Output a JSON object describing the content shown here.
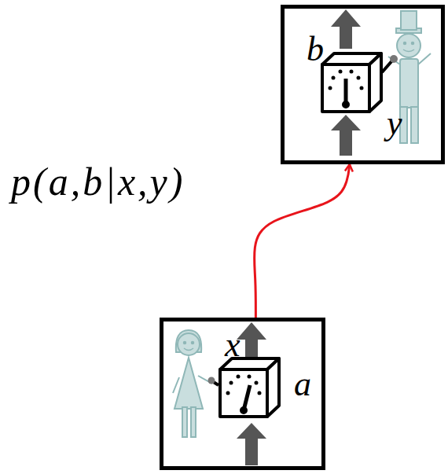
{
  "diagram": {
    "nodes": [
      {
        "text": [
          "b",
          "y"
        ]
      },
      {
        "text": [
          "x",
          "a"
        ]
      }
    ],
    "edges": [
      {
        "from": 1,
        "to": 0,
        "arrow": "to"
      }
    ],
    "labels": [
      "p(a,b|x,y)"
    ]
  }
}
